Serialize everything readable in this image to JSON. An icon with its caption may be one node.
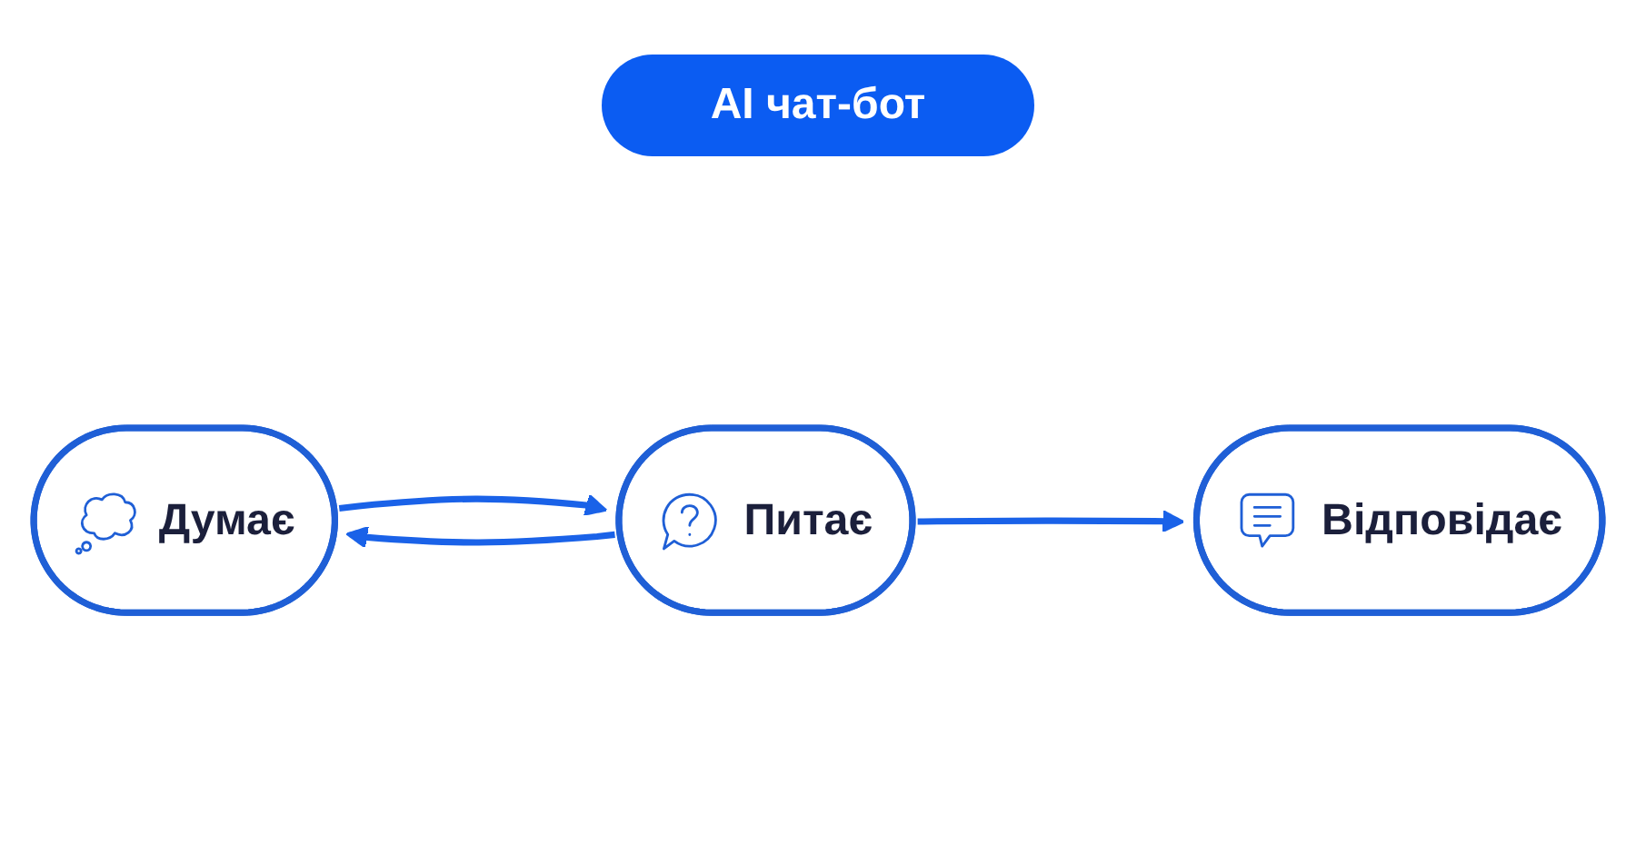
{
  "diagram": {
    "title": "AI чат-бот",
    "nodes": [
      {
        "text": [
          "Думає"
        ]
      },
      {
        "text": [
          "Питає"
        ]
      },
      {
        "text": [
          "Відповідає"
        ]
      }
    ],
    "edges": [
      {
        "from": 0,
        "to": 1,
        "arrow": "to"
      },
      {
        "from": 1,
        "to": 0,
        "arrow": "to"
      },
      {
        "from": 1,
        "to": 2,
        "arrow": "to"
      }
    ]
  }
}
